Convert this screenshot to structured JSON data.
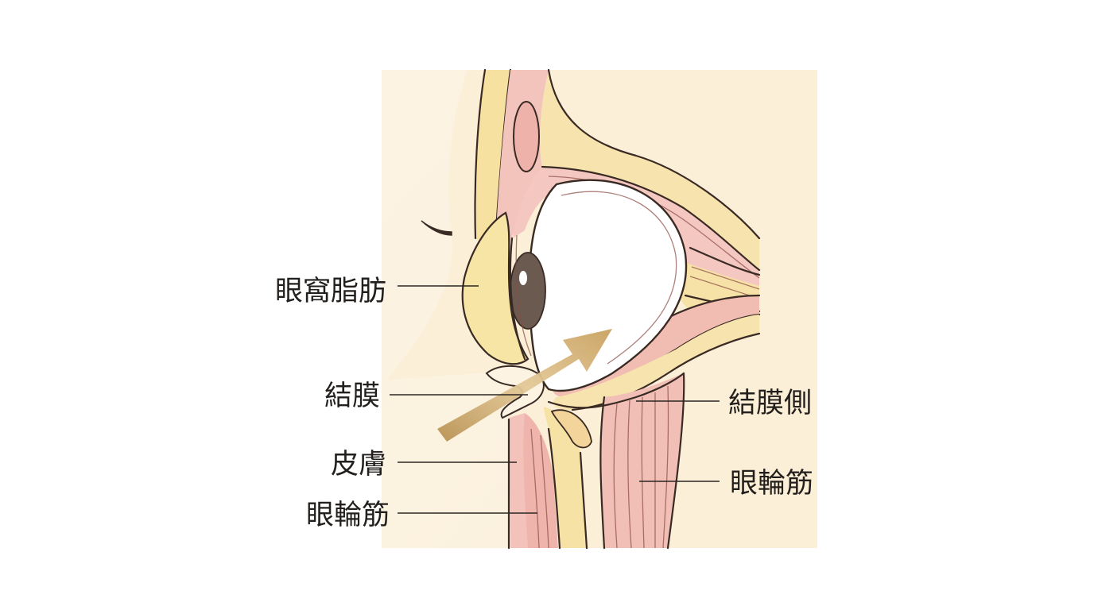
{
  "labels": {
    "orbital_fat": "眼窩脂肪",
    "conjunctiva": "結膜",
    "skin": "皮膚",
    "orbicularis_left": "眼輪筋",
    "conjunctival_side": "結膜側",
    "orbicularis_right": "眼輪筋"
  },
  "colors": {
    "background": "#fdf5e6",
    "tissue_pink": "#f2c3bd",
    "fat_yellow": "#f7e6a8",
    "eye_white": "#ffffff",
    "iris": "#6b5a50",
    "arrow_gold": "#c9a15f",
    "outline": "#3a2a24"
  }
}
